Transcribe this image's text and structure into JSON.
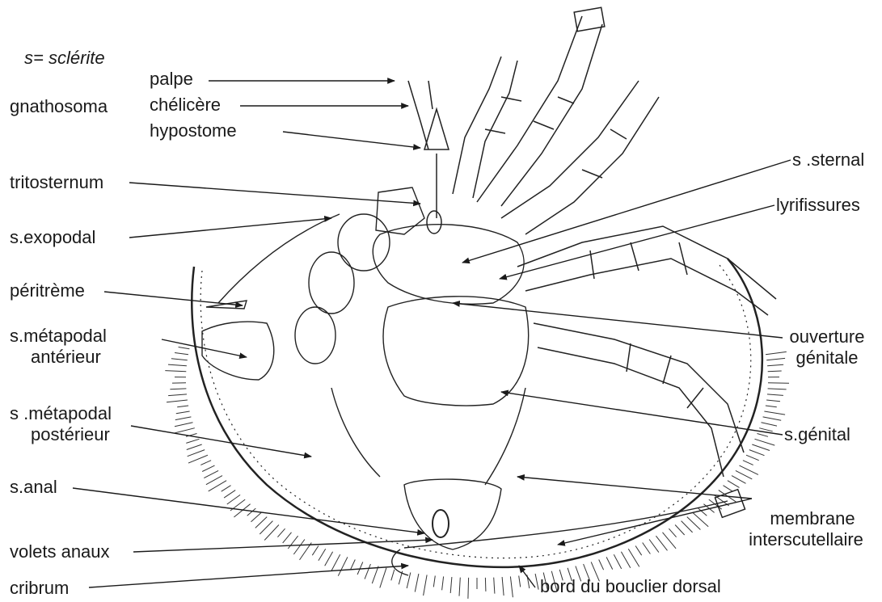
{
  "legend": "s= sclérite",
  "labels": {
    "gnathosoma": "gnathosoma",
    "palpe": "palpe",
    "chelicere": "chélicère",
    "hypostome": "hypostome",
    "tritosternum": "tritosternum",
    "s_exopodal": "s.exopodal",
    "peritreme": "péritrème",
    "s_metapodal_ant_1": "s.métapodal",
    "s_metapodal_ant_2": "antérieur",
    "s_metapodal_post_1": "s .métapodal",
    "s_metapodal_post_2": "postérieur",
    "s_anal": "s.anal",
    "volets_anaux": "volets anaux",
    "cribrum": "cribrum",
    "s_sternal": "s .sternal",
    "lyrifissures": "lyrifissures",
    "ouverture_1": "ouverture",
    "ouverture_2": "génitale",
    "s_genital": "s.génital",
    "membrane_1": "membrane",
    "membrane_2": "interscutellaire",
    "bord": "bord du bouclier dorsal"
  }
}
